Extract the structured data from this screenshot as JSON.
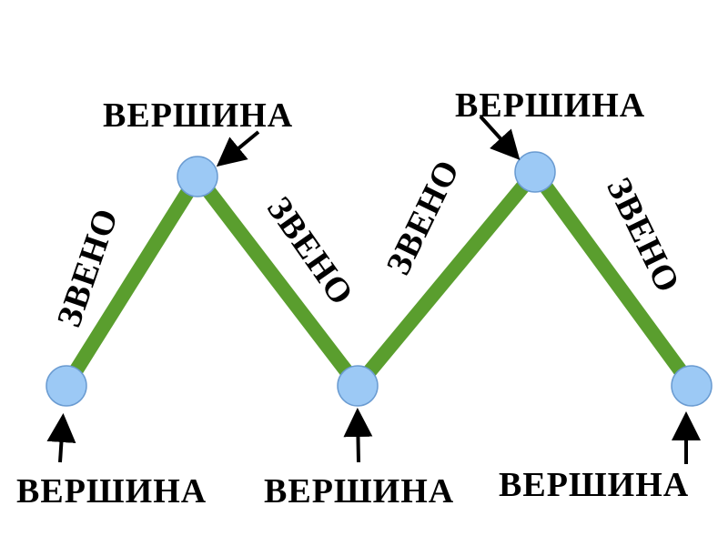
{
  "diagram": {
    "vertex_label": "ВЕРШИНА",
    "edge_label": "ЗВЕНО",
    "colors": {
      "edge": "#5a9e2e",
      "vertex_fill": "#9cc9f5",
      "vertex_stroke": "#6a9bd1",
      "text": "#000000",
      "arrow": "#000000"
    },
    "vertices": [
      {
        "id": "v1",
        "label": "ВЕРШИНА"
      },
      {
        "id": "v2",
        "label": "ВЕРШИНА"
      },
      {
        "id": "v3",
        "label": "ВЕРШИНА"
      },
      {
        "id": "v4",
        "label": "ВЕРШИНА"
      },
      {
        "id": "v5",
        "label": "ВЕРШИНА"
      }
    ],
    "edges": [
      {
        "from": "v1",
        "to": "v2",
        "label": "ЗВЕНО"
      },
      {
        "from": "v2",
        "to": "v3",
        "label": "ЗВЕНО"
      },
      {
        "from": "v3",
        "to": "v4",
        "label": "ЗВЕНО"
      },
      {
        "from": "v4",
        "to": "v5",
        "label": "ЗВЕНО"
      }
    ]
  }
}
